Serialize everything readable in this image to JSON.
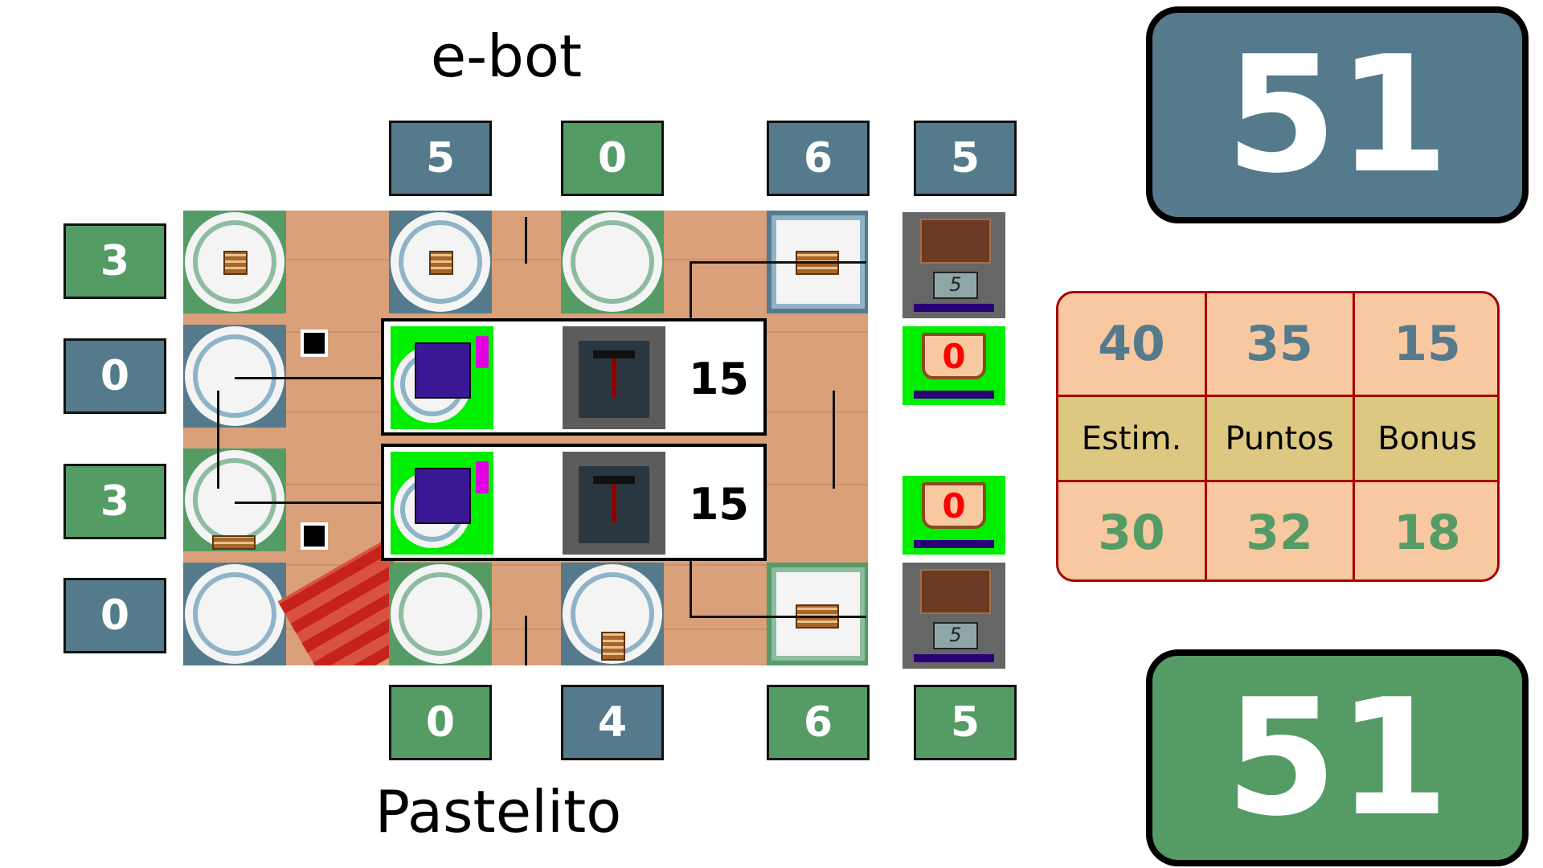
{
  "top_team": {
    "name": "e-bot",
    "score": "51",
    "color": "#557a8b"
  },
  "bottom_team": {
    "name": "Pastelito",
    "score": "51",
    "color": "#559b66"
  },
  "top_column_counts": [
    {
      "value": "5",
      "color": "blue"
    },
    {
      "value": "0",
      "color": "green"
    },
    {
      "value": "6",
      "color": "blue"
    },
    {
      "value": "5",
      "color": "blue"
    }
  ],
  "bottom_column_counts": [
    {
      "value": "0",
      "color": "green"
    },
    {
      "value": "4",
      "color": "blue"
    },
    {
      "value": "6",
      "color": "green"
    },
    {
      "value": "5",
      "color": "green"
    }
  ],
  "row_counts": [
    {
      "value": "3",
      "color": "green"
    },
    {
      "value": "0",
      "color": "blue"
    },
    {
      "value": "3",
      "color": "green"
    },
    {
      "value": "0",
      "color": "blue"
    }
  ],
  "robot_panels": [
    {
      "value": "15"
    },
    {
      "value": "15"
    }
  ],
  "scales": [
    {
      "display": "5"
    },
    {
      "display": "5"
    }
  ],
  "counters": [
    {
      "value": "0"
    },
    {
      "value": "0"
    }
  ],
  "score_table": {
    "top_row": [
      "40",
      "35",
      "15"
    ],
    "header": [
      "Estim.",
      "Puntos",
      "Bonus"
    ],
    "bottom_row": [
      "30",
      "32",
      "18"
    ]
  }
}
